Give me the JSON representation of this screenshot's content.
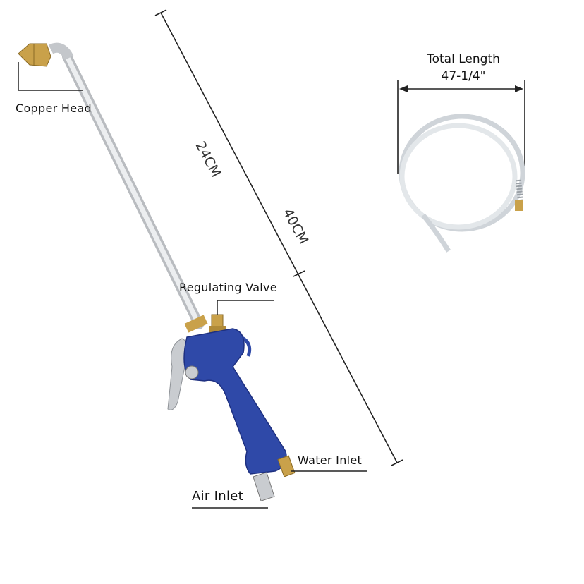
{
  "labels": {
    "copper_head": "Copper Head",
    "regulating_valve": "Regulating Valve",
    "water_inlet": "Water Inlet",
    "air_inlet": "Air Inlet"
  },
  "dimensions": {
    "tube_length": "24CM",
    "overall_length": "40CM"
  },
  "hose": {
    "title": "Total Length",
    "length": "47-1/4\""
  },
  "colors": {
    "gun_body": "#2f49a8",
    "tube": "#d8dadc",
    "brass": "#c9a14a",
    "hose": "#e9ecef"
  }
}
